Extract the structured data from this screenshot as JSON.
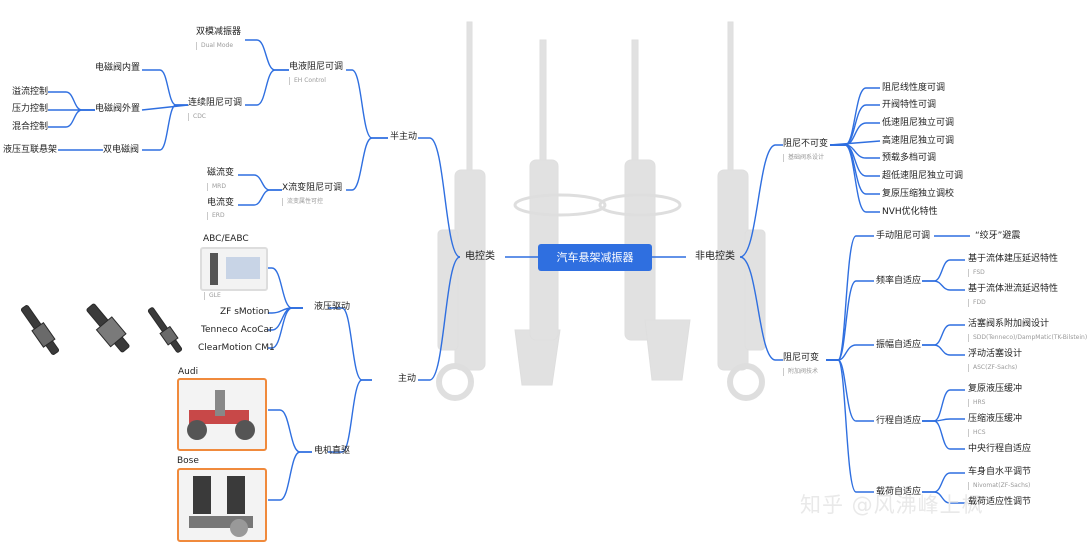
{
  "diagram": {
    "root": "汽车悬架减振器",
    "left": {
      "label": "电控类",
      "semi_active": {
        "label": "半主动",
        "eh": {
          "label": "电液阻尼可调",
          "sub": "EH Control",
          "dual": {
            "label": "双模减振器",
            "sub": "Dual Mode"
          },
          "cdc": {
            "label": "连续阻尼可调",
            "sub": "CDC"
          },
          "inner": "电磁阀内置",
          "outer": "电磁阀外置",
          "outer_items": [
            "溢流控制",
            "压力控制",
            "混合控制"
          ],
          "dual_valve": "双电磁阀",
          "hydro_link": "液压互联悬架"
        },
        "x": {
          "label": "X流变阻尼可调",
          "sub": "流变属性可控",
          "mrd": {
            "label": "磁流变",
            "sub": "MRD"
          },
          "erd": {
            "label": "电流变",
            "sub": "ERD"
          }
        }
      },
      "active": {
        "label": "主动",
        "hydraulic": {
          "label": "液压驱动",
          "items": [
            {
              "label": "ABC/EABC",
              "sub": "GLE"
            },
            {
              "label": "ZF sMotion"
            },
            {
              "label": "Tenneco AcoCar"
            },
            {
              "label": "ClearMotion CM1"
            }
          ]
        },
        "motor": {
          "label": "电机直驱",
          "items": [
            "Audi",
            "Bose"
          ]
        }
      }
    },
    "right": {
      "label": "非电控类",
      "fixed": {
        "label": "阻尼不可变",
        "sub": "基础阀系设计",
        "items": [
          "阻尼线性度可调",
          "开阀特性可调",
          "低速阻尼独立可调",
          "高速阻尼独立可调",
          "预载多档可调",
          "超低速阻尼独立可调",
          "复原压缩独立调校",
          "NVH优化特性"
        ]
      },
      "variable": {
        "label": "阻尼可变",
        "sub": "附加阀技术",
        "manual": {
          "label": "手动阻尼可调",
          "note": "“绞牙”避震"
        },
        "freq": {
          "label": "频率自适应",
          "items": [
            {
              "label": "基于流体建压延迟特性",
              "sub": "FSD"
            },
            {
              "label": "基于流体泄流延迟特性",
              "sub": "FDD"
            }
          ]
        },
        "amp": {
          "label": "振幅自适应",
          "items": [
            {
              "label": "活塞阀系附加阀设计",
              "sub": "SDD(Tenneco)/DampMatic(TK-Bilstein)"
            },
            {
              "label": "浮动活塞设计",
              "sub": "ASC(ZF-Sachs)"
            }
          ]
        },
        "stroke": {
          "label": "行程自适应",
          "items": [
            {
              "label": "复原液压缓冲",
              "sub": "HRS"
            },
            {
              "label": "压缩液压缓冲",
              "sub": "HCS"
            },
            {
              "label": "中央行程自适应"
            }
          ]
        },
        "load": {
          "label": "载荷自适应",
          "items": [
            {
              "label": "车身自水平调节",
              "sub": "Nivomat(ZF-Sachs)"
            },
            {
              "label": "载荷适应性调节"
            }
          ]
        }
      }
    },
    "watermark": "知乎 @风沸峰上枫"
  },
  "colors": {
    "line": "#2f6fe0",
    "root": "#2f6fe0",
    "photo_border": "#f08a3c"
  },
  "icons": [
    "shock-absorber-illustration",
    "hydraulic-actuator-photo",
    "motor-suspension-photo"
  ]
}
